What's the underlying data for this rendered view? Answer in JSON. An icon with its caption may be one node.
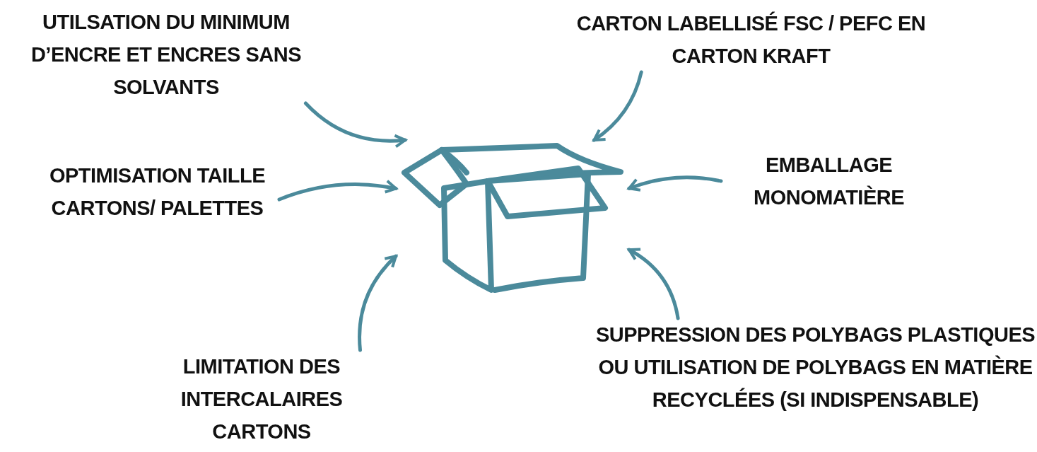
{
  "diagram": {
    "nodes": [
      {
        "text": [
          "UTILSATION DU MINIMUM D’ENCRE ET ENCRES SANS SOLVANTS"
        ]
      },
      {
        "text": [
          "CARTON LABELLISÉ FSC / PEFC EN CARTON KRAFT"
        ]
      },
      {
        "text": [
          "OPTIMISATION TAILLE CARTONS/ PALETTES"
        ]
      },
      {
        "text": [],
        "shape": "picture"
      },
      {
        "text": [
          "EMBALLAGE MONOMATIÈRE"
        ]
      },
      {
        "text": [
          "SUPPRESSION DES POLYBAGS PLASTIQUES OU UTILISATION DE POLYBAGS EN MATIÈRE RECYCLÉES (SI INDISPENSABLE)"
        ]
      },
      {
        "text": [
          "LIMITATION DES INTERCALAIRES CARTONS"
        ]
      }
    ],
    "edges": [
      {
        "from": 0,
        "to": 3,
        "arrow": "to"
      },
      {
        "from": 1,
        "to": 3,
        "arrow": "to"
      },
      {
        "from": 2,
        "to": 3,
        "arrow": "to"
      },
      {
        "from": 4,
        "to": 3,
        "arrow": "to"
      },
      {
        "from": 5,
        "to": 3,
        "arrow": "to"
      },
      {
        "from": 6,
        "to": 3,
        "arrow": "to"
      }
    ]
  }
}
